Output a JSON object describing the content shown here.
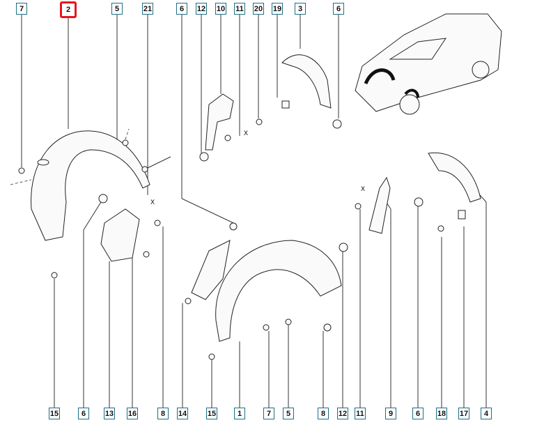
{
  "diagram": {
    "highlight_color": "#e8141b",
    "label_border_color": "#1b6f86",
    "top_labels": [
      "7",
      "2",
      "5",
      "21",
      "6",
      "12",
      "10",
      "11",
      "20",
      "19",
      "3",
      "6"
    ],
    "bottom_labels": [
      "15",
      "6",
      "13",
      "16",
      "8",
      "14",
      "15",
      "1",
      "7",
      "5",
      "8",
      "12",
      "11",
      "9",
      "6",
      "18",
      "17",
      "4"
    ],
    "highlighted": "2",
    "axis_marks": [
      "X",
      "X",
      "X"
    ]
  }
}
